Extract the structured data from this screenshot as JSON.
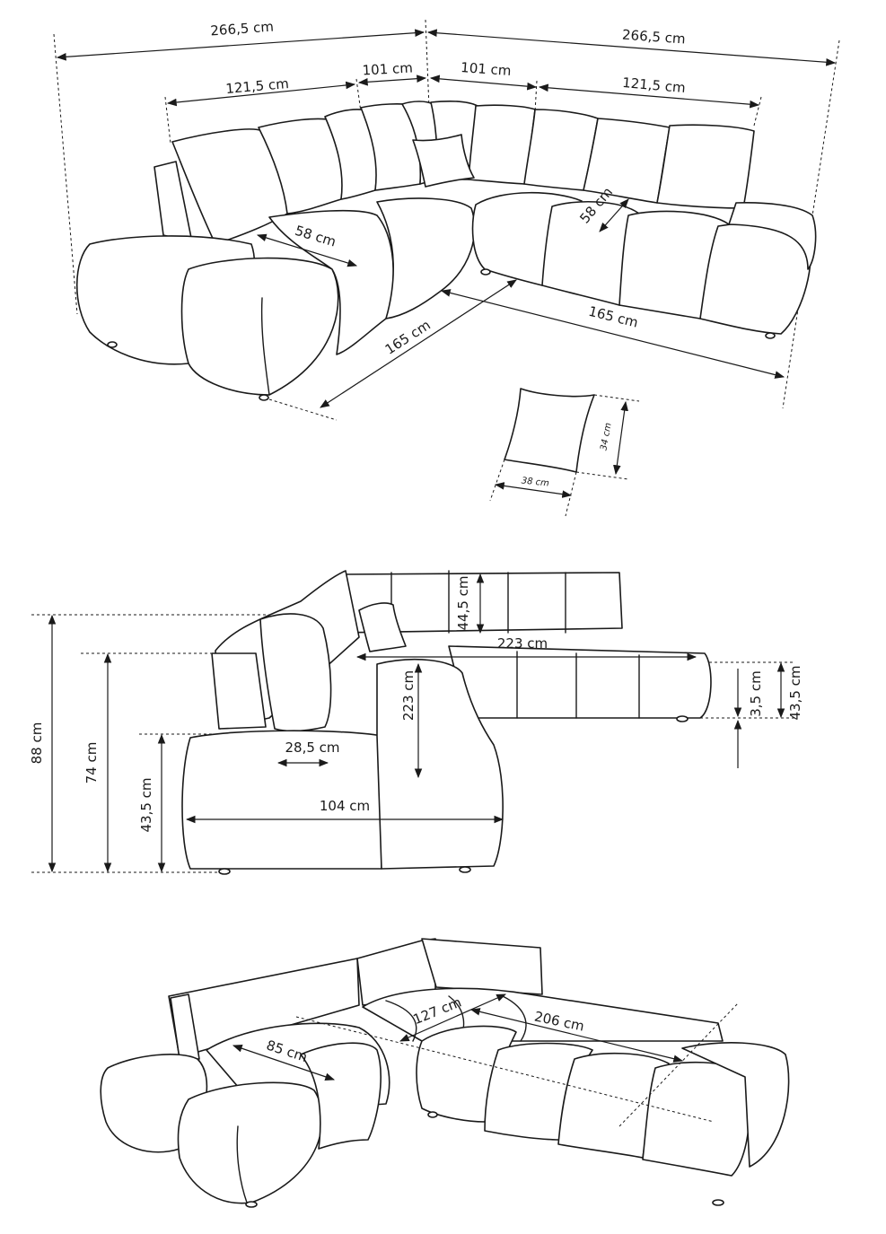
{
  "top_view": {
    "total_width_left": "266,5 cm",
    "total_width_right": "266,5 cm",
    "section_left_outer": "121,5 cm",
    "section_left_corner": "101 cm",
    "section_right_corner": "101 cm",
    "section_right_outer": "121,5 cm",
    "seat_depth_left": "58 cm",
    "seat_depth_right": "58 cm",
    "depth_left": "165 cm",
    "depth_right": "165 cm"
  },
  "pillow": {
    "height": "34 cm",
    "width": "38 cm"
  },
  "side_view": {
    "total_height": "88 cm",
    "armrest_height": "74 cm",
    "seat_height": "43,5 cm",
    "backrest_cushion_height": "44,5 cm",
    "length_horizontal": "223 cm",
    "length_vertical": "223 cm",
    "backrest_thickness": "28,5 cm",
    "chaise_width": "104 cm",
    "leg_height": "3,5 cm",
    "seat_height_right": "43,5 cm"
  },
  "bed_view": {
    "bed_depth": "127 cm",
    "bed_length": "206 cm",
    "chaise_depth": "85 cm"
  }
}
